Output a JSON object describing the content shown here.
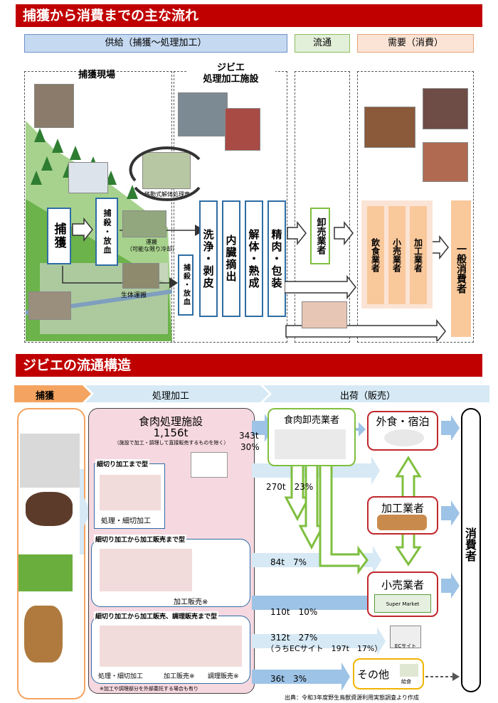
{
  "top": {
    "title": "捕獲から消費までの主な流れ",
    "supply": "供給（捕獲～処理加工）",
    "distribution": "流通",
    "demand": "需要（消費）",
    "capture_site": "捕獲現場",
    "facility": "ジビエ\n処理加工施設",
    "capture": "捕獲",
    "kill_bleed": "捕殺・放血",
    "kill_bleed2": "捕殺・放血",
    "transport": "運搬",
    "transport_note": "（可能な限り冷却）",
    "live_transport": "生体運搬",
    "mobile_car": "移動式解体処理車",
    "steps": [
      "洗浄・剥皮",
      "内臓摘出",
      "解体・熟成",
      "精肉・包装"
    ],
    "wholesaler": "卸売業者",
    "buyers": [
      "飲食業者",
      "小売業者",
      "加工業者"
    ],
    "consumer": "一般消費者"
  },
  "bottom": {
    "title": "ジビエの流通構造",
    "tabs": [
      "捕獲",
      "処理加工",
      "出荷（販売）"
    ],
    "facility_title": "食肉処理施設",
    "facility_amount": "1,156t",
    "facility_note": "（施設で加工・調理して直接販売するものを除く）",
    "type1": "細切り加工まで型",
    "type1_caption": "処理・細切加工",
    "type2": "細切り加工から加工販売まで型",
    "type2_caption": "加工販売※",
    "type3": "細切り加工から加工販売、調理販売まで型",
    "type3_captions": [
      "処理・細切加工",
      "加工販売※",
      "調理販売※"
    ],
    "footnote": "※加工や調理部分を外部委託する場合も有り",
    "wholesaler": "食肉卸売業者",
    "restaurant": "外食・宿泊",
    "processor": "加工業者",
    "retailer": "小売業者",
    "other": "その他",
    "lunch": "給食",
    "supermarket": "Super Market",
    "ec": "ECサイト",
    "consumer": "消費者",
    "flows": {
      "wholesale_t": "343t",
      "wholesale_p": "30%",
      "restaurant": "270t　23%",
      "processor": "84t　7%",
      "retailer": "110t　10%",
      "consumer": "312t　27%",
      "consumer_ec": "（うちECサイト　197t　17%）",
      "other": "36t　3%"
    },
    "source": "出典：令和3年度野生鳥獣資源利用実態調査より作成"
  },
  "colors": {
    "title": "#c00000",
    "blue": "#2e6da4",
    "orange": "#f9c89b",
    "green": "#7fbf3f",
    "arrow": "#9dc3e6"
  }
}
